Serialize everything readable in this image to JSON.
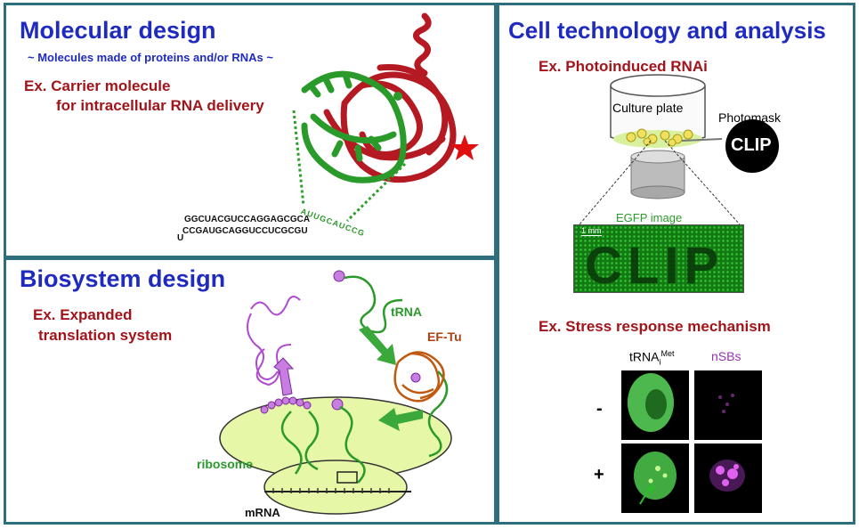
{
  "molecular": {
    "title": "Molecular design",
    "subtitle": "~ Molecules made of proteins and/or RNAs ~",
    "example_line1": "Ex. Carrier molecule",
    "example_line2": "for intracellular RNA delivery",
    "rna_top": "GGCUACGUCCAGGAGCGCA",
    "rna_bottom": "CCGAUGCAGGUCCUCGCGU",
    "rna_u": "U",
    "rna_loop": "AUUGCAUCCG"
  },
  "biosystem": {
    "title": "Biosystem design",
    "example_line1": "Ex. Expanded",
    "example_line2": "translation system",
    "trna_label": "tRNA",
    "eftu_label": "EF-Tu",
    "ribosome_label": "ribosome",
    "mrna_label": "mRNA"
  },
  "cell": {
    "title": "Cell technology and analysis",
    "example1": "Ex. Photoinduced RNAi",
    "culture_plate": "Culture plate",
    "photomask": "Photomask",
    "clip": "CLIP",
    "egfp_label": "EGFP image",
    "scale_label": "1 mm",
    "example2": "Ex. Stress response mechanism",
    "col1_label_main": "tRNA",
    "col1_label_sub": "i",
    "col1_label_sup": "Met",
    "col2_label": "nSBs",
    "row_minus": "-",
    "row_plus": "+"
  },
  "colors": {
    "title_blue": "#1f2bbf",
    "example_red": "#a3141a",
    "rna_green": "#2a9a2a",
    "protein_red": "#b51a22",
    "purple": "#b04ad0",
    "panel_border": "#2f6f7d"
  }
}
